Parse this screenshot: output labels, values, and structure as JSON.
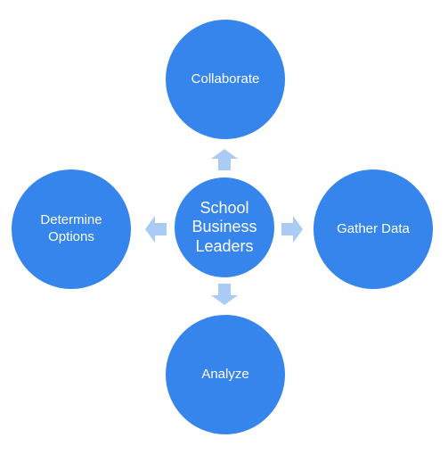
{
  "colors": {
    "node_fill": "#3585ec",
    "node_text": "#ffffff",
    "arrow_fill": "#a9cbf4"
  },
  "diagram": {
    "center": {
      "label": "School Business Leaders",
      "icon": "none"
    },
    "nodes": {
      "top": {
        "label": "Collaborate"
      },
      "left": {
        "label": "Determine Options"
      },
      "right": {
        "label": "Gather Data"
      },
      "bottom": {
        "label": "Analyze"
      }
    },
    "arrows": {
      "top": "up-arrow-icon",
      "left": "left-arrow-icon",
      "right": "right-arrow-icon",
      "bottom": "down-arrow-icon"
    }
  }
}
